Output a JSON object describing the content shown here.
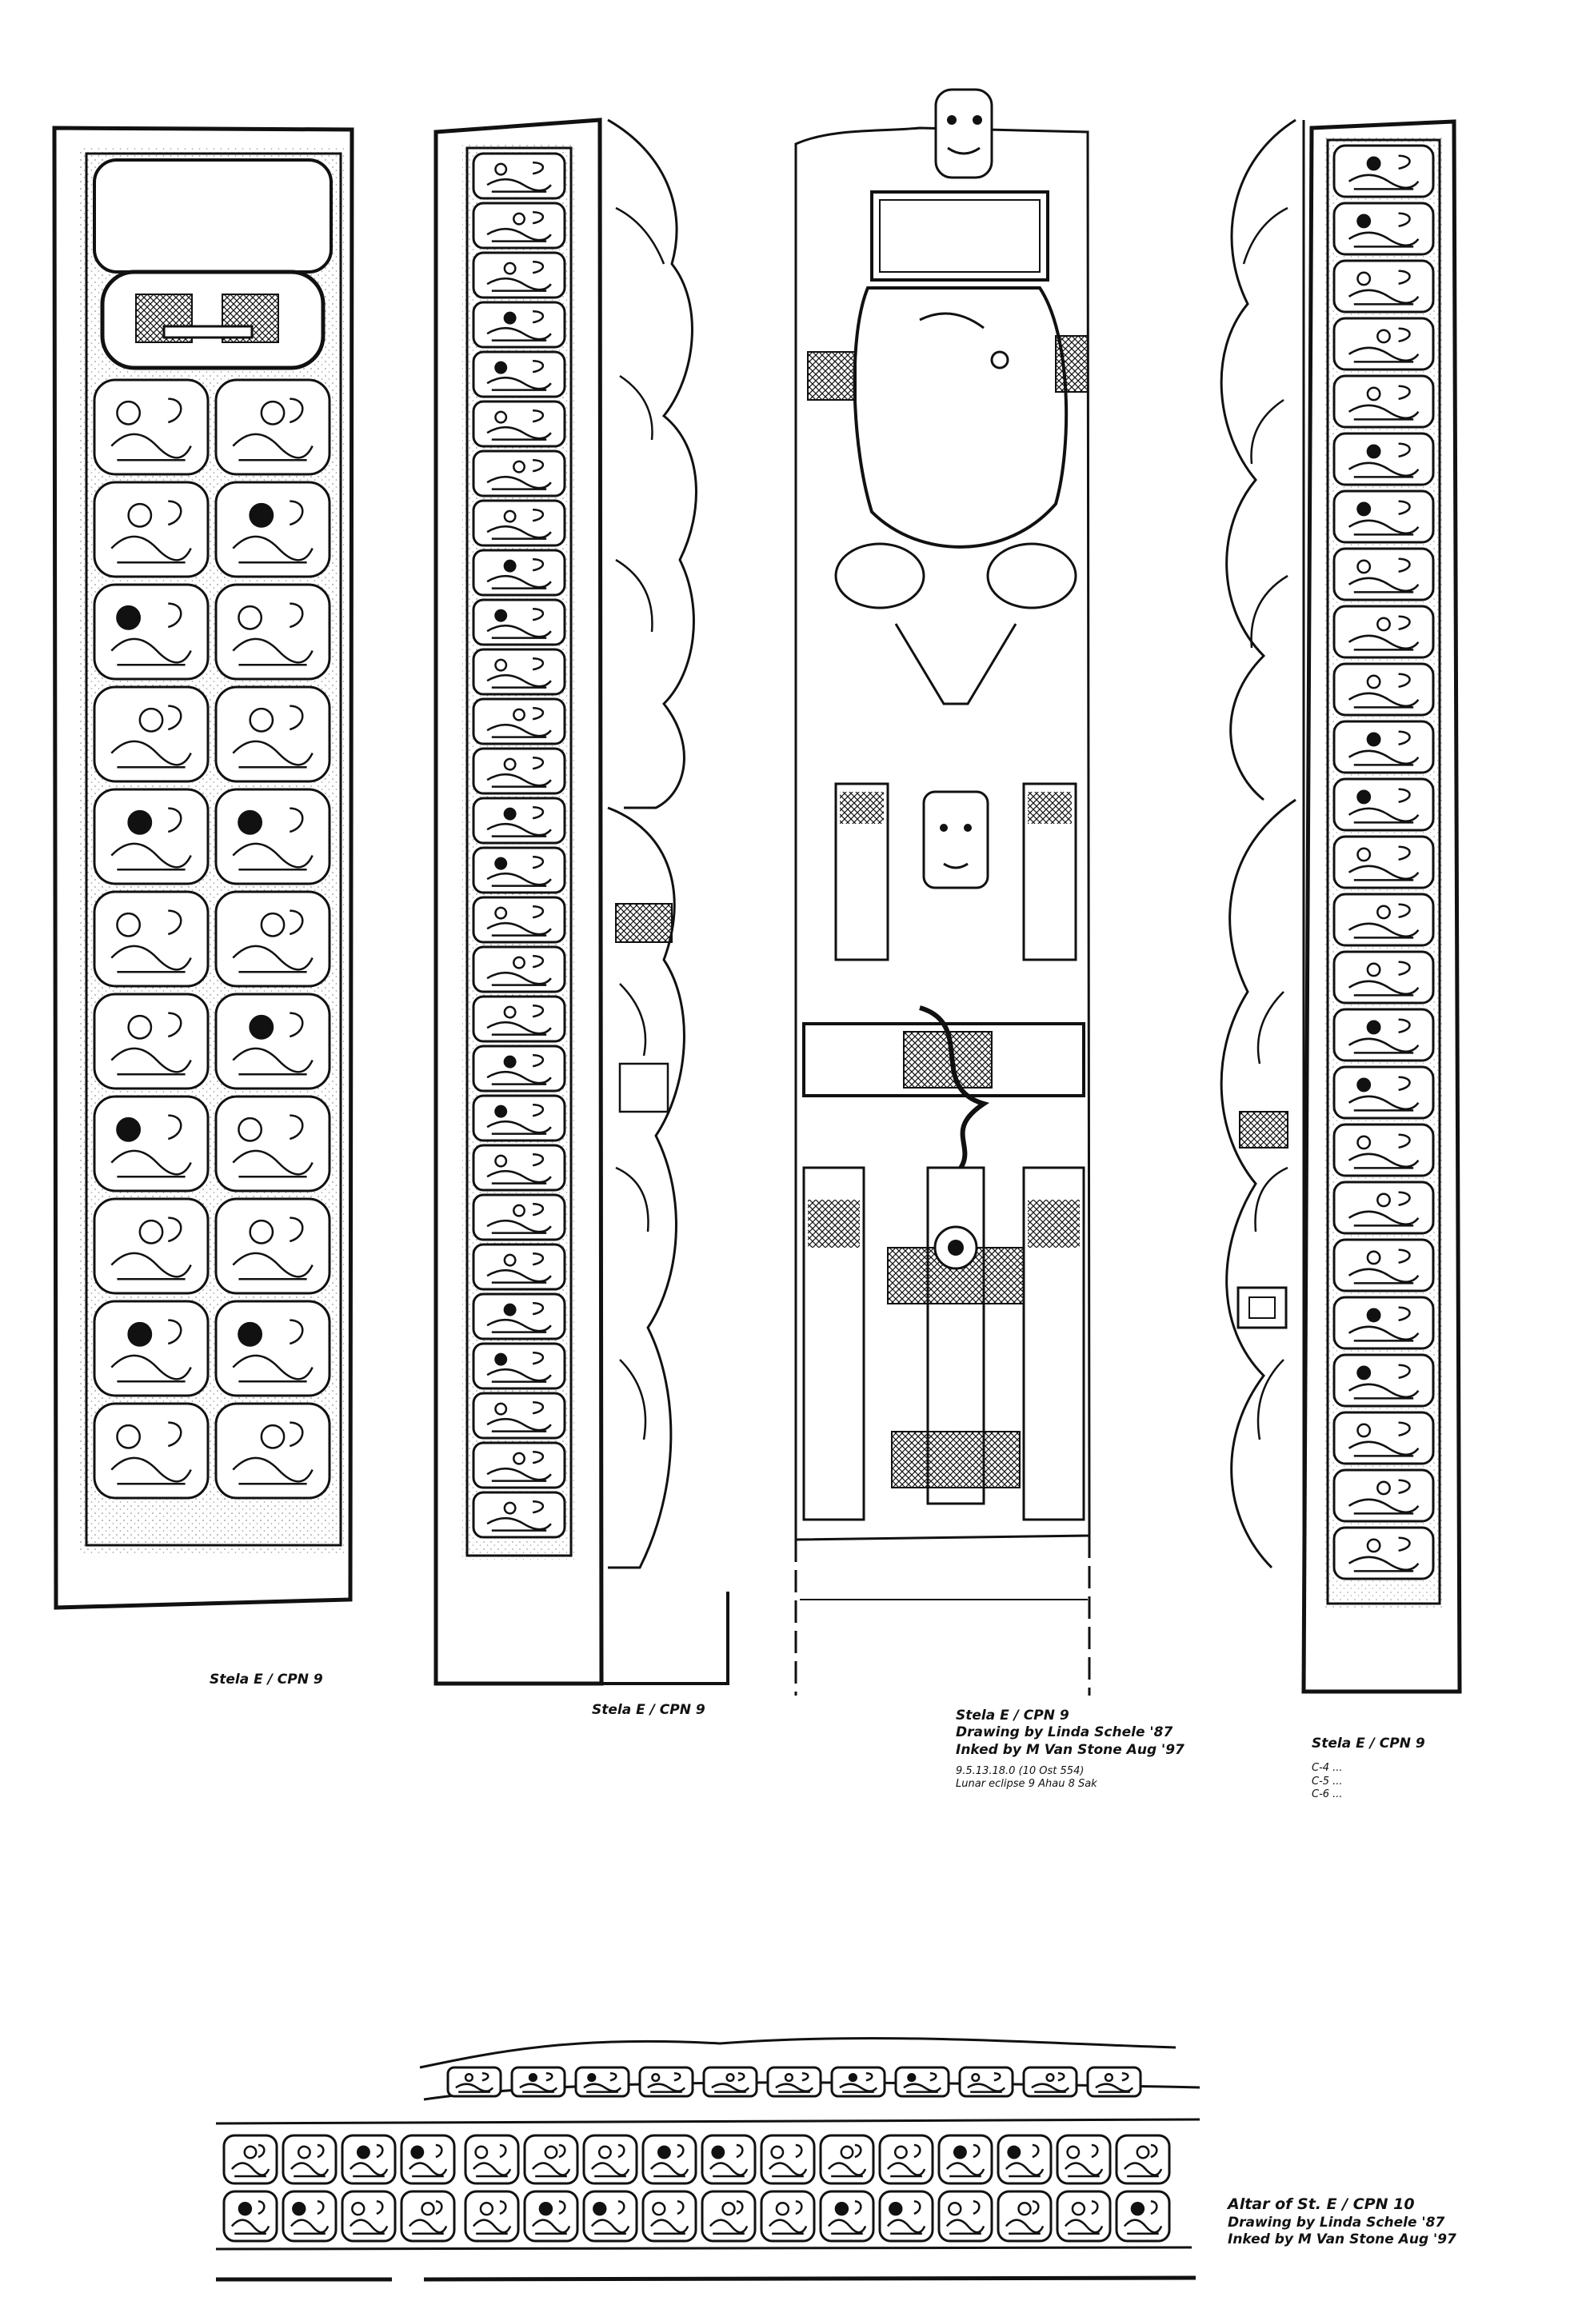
{
  "palette": {
    "ink": "#111111",
    "paper": "#ffffff"
  },
  "drawings": [
    {
      "id": "stela-side-a",
      "subject": "glyph-column-panel"
    },
    {
      "id": "stela-side-b",
      "subject": "glyph-column-with-figure-profile"
    },
    {
      "id": "stela-front",
      "subject": "standing-ruler-figure"
    },
    {
      "id": "stela-side-d",
      "subject": "glyph-column-with-figure-profile"
    },
    {
      "id": "altar",
      "subject": "glyph-band"
    }
  ],
  "captions": {
    "side_a": "Stela E / CPN 9",
    "side_b": "Stela E / CPN 9",
    "front": {
      "title": "Stela E / CPN 9",
      "drawn": "Drawing by Linda Schele '87",
      "inked": "Inked by M Van Stone Aug '97",
      "date": "9.5.13.18.0 (10 Ost 554)",
      "event": "Lunar eclipse 9 Ahau 8 Sak"
    },
    "side_d": {
      "title": "Stela E / CPN 9",
      "notes": [
        "C-4 ...",
        "C-5 ...",
        "C-6 ..."
      ]
    },
    "altar": {
      "title": "Altar of St. E / CPN 10",
      "drawn": "Drawing by Linda Schele '87",
      "inked": "Inked by M Van Stone Aug '97"
    }
  }
}
